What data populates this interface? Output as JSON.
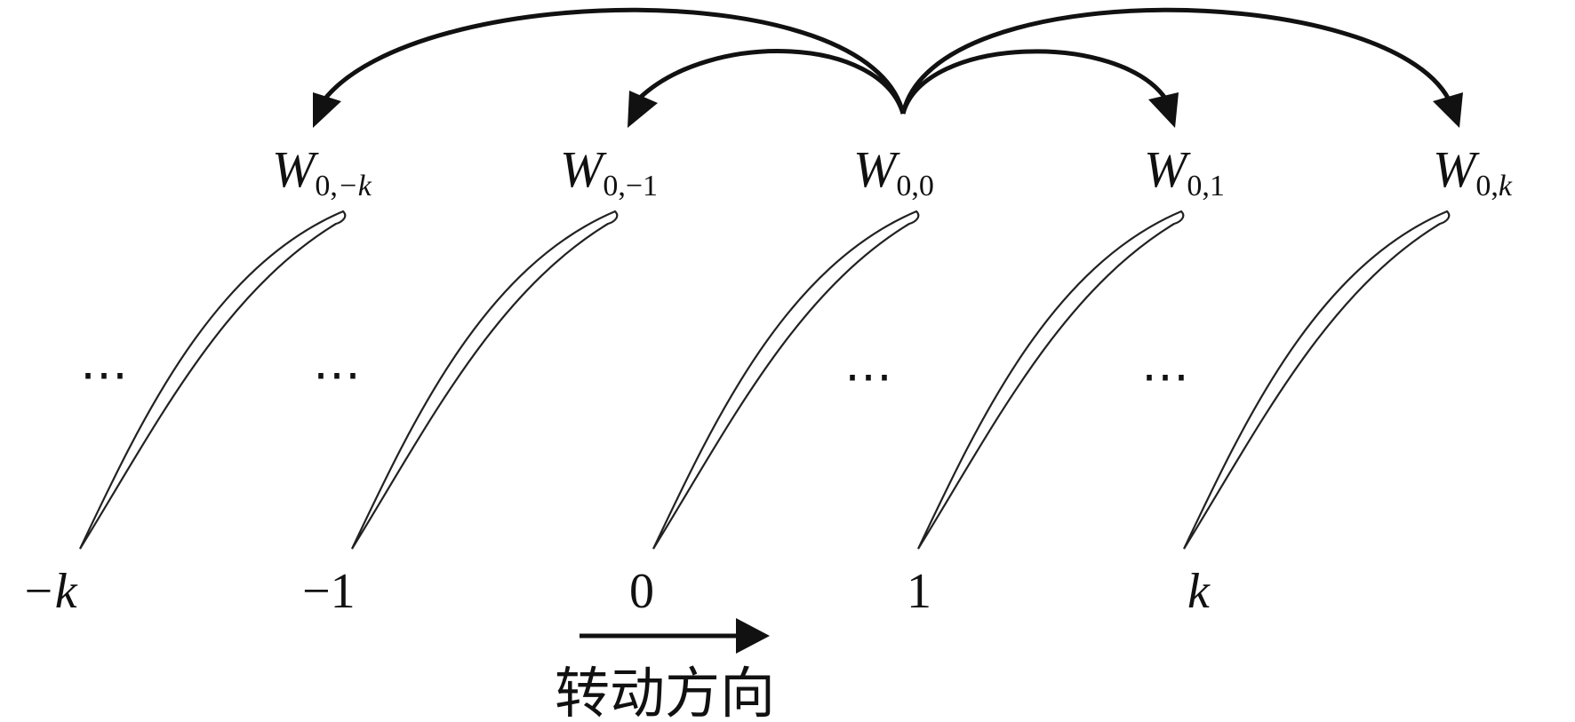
{
  "weights": [
    {
      "main": "W",
      "sub": "0,",
      "sub_italic": "−k"
    },
    {
      "main": "W",
      "sub": "0,−1",
      "sub_italic": ""
    },
    {
      "main": "W",
      "sub": "0,0",
      "sub_italic": ""
    },
    {
      "main": "W",
      "sub": "0,1",
      "sub_italic": ""
    },
    {
      "main": "W",
      "sub": "0,",
      "sub_italic": "k"
    }
  ],
  "blade_indices": [
    "−k",
    "−1",
    "0",
    "1",
    "k"
  ],
  "ellipsis": "⋯",
  "rotation_label": "转动方向"
}
